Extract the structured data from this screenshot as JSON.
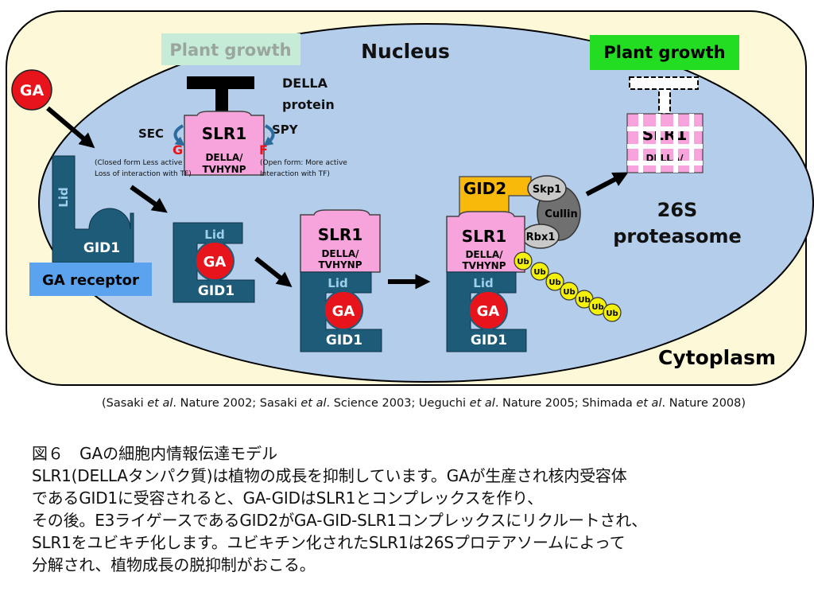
{
  "labels": {
    "plant_growth_inhibited": "Plant growth",
    "nucleus": "Nucleus",
    "plant_growth_active": "Plant growth",
    "ga_free": "GA",
    "della_protein_line1": "DELLA",
    "della_protein_line2": "protein",
    "sec": "SEC",
    "spy": "SPY",
    "slr1": "SLR1",
    "della_tvhynp_line1": "DELLA/",
    "della_tvhynp_line2": "TVHYNP",
    "g_mark": "G",
    "f_mark": "F",
    "closed_form_line1": "(Closed form Less active",
    "closed_form_line2": "Loss of interaction with TF)",
    "open_form_line1": "(Open form: More active",
    "open_form_line2": "Interaction with TF)",
    "lid": "Lid",
    "gid1": "GID1",
    "ga": "GA",
    "ga_receptor": "GA receptor",
    "gid2": "GID2",
    "skp1": "Skp1",
    "cullin": "Cullin",
    "rbx1": "Rbx1",
    "ub": "Ub",
    "proteasome_line1": "26S",
    "proteasome_line2": "proteasome",
    "cytoplasm": "Cytoplasm"
  },
  "citation": {
    "a1": "Sasaki",
    "b1": "et al",
    "c1": ". Nature 2002; Sasaki",
    "b2": "et al",
    "c2": ". Science 2003; Ueguchi",
    "b3": "et al",
    "c3": ". Nature 2005; Shimada",
    "b4": "et al",
    "c4": ". Nature 2008)"
  },
  "caption": {
    "title": "図６　GAの細胞内情報伝達モデル",
    "lines": [
      "SLR1(DELLAタンパク質)は植物の成長を抑制しています。GAが生産され核内受容体",
      "であるGID1に受容されると、GA-GIDはSLR1とコンプレックスを作り、",
      "その後。E3ライゲースであるGID2がGA-GID-SLR1コンプレックスにリクルートされ、",
      "SLR1をユビキチ化します。ユビキチン化されたSLR1は26Sプロテアソームによって",
      "分解され、植物成長の脱抑制がおこる。"
    ]
  },
  "colors": {
    "cytoplasm_fill": "#fcf8d8",
    "nucleus_fill": "#b4cdea",
    "gid1_fill": "#1d5b78",
    "slr1_fill": "#f7a3dc",
    "ga_fill": "#e8141b",
    "gid2_fill": "#f8b90a",
    "ub_fill": "#f3f00a",
    "plant_growth_active_fill": "#22dd22",
    "plant_growth_inhibited_fill": "#c6ecd8",
    "ga_receptor_fill": "#5ba3ee"
  }
}
